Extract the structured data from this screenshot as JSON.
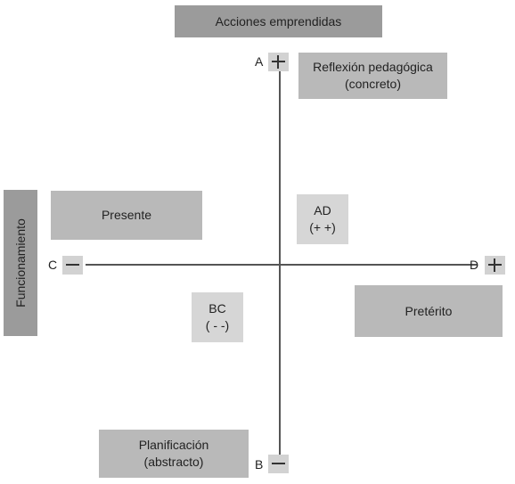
{
  "header": {
    "title": "Acciones emprendidas"
  },
  "side": {
    "label": "Funcionamiento"
  },
  "boxes": {
    "reflexion": {
      "line1": "Reflexión pedagógica",
      "line2": "(concreto)"
    },
    "presente": {
      "label": "Presente"
    },
    "ad": {
      "line1": "AD",
      "line2": "(+ +)"
    },
    "bc": {
      "line1": "BC",
      "line2": "( - -)"
    },
    "preterito": {
      "label": "Pretérito"
    },
    "planificacion": {
      "line1": "Planificación",
      "line2": "(abstracto)"
    }
  },
  "poles": {
    "a": {
      "letter": "A",
      "sign": "plus-icon"
    },
    "b": {
      "letter": "B",
      "sign": "minus-icon"
    },
    "c": {
      "letter": "C",
      "sign": "minus-icon"
    },
    "d": {
      "letter": "D",
      "sign": "plus-icon"
    }
  },
  "colors": {
    "dark_box": "#9b9b9b",
    "mid_box": "#b9b9b9",
    "light_box": "#d6d6d6",
    "axis": "#555555"
  }
}
